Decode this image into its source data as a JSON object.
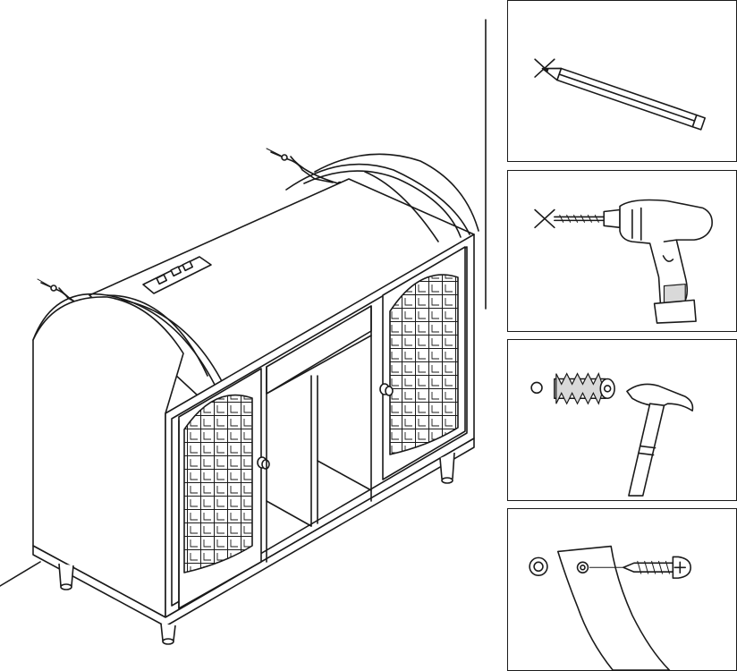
{
  "figure": {
    "main_illustration": "cabinet-with-wall-anchor-straps",
    "steps": [
      {
        "id": "mark",
        "icon": "pencil-icon"
      },
      {
        "id": "drill",
        "icon": "drill-icon"
      },
      {
        "id": "anchor",
        "icon": "hammer-icon"
      },
      {
        "id": "fasten",
        "icon": "screw-icon"
      }
    ]
  },
  "colors": {
    "line": "#1a1a1a",
    "background": "#ffffff",
    "shade": "#d9d9d9"
  }
}
